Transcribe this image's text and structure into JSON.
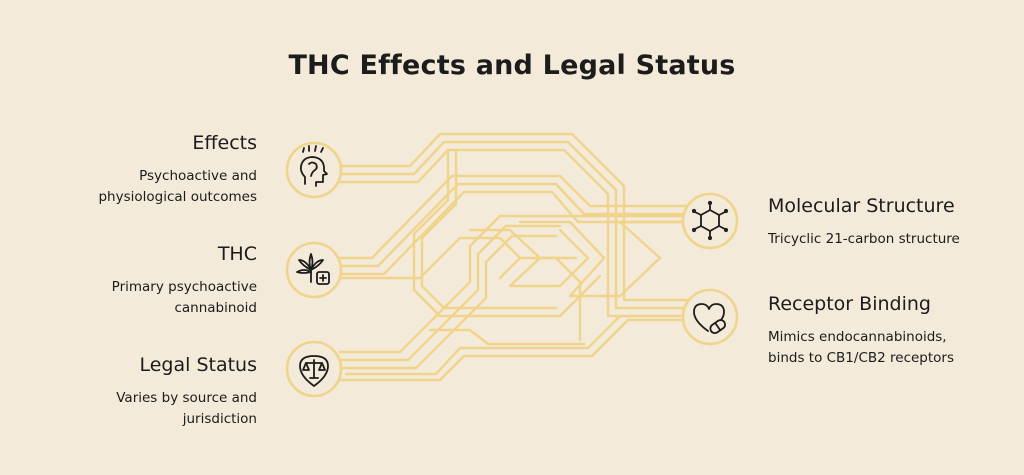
{
  "title": "THC Effects and Legal Status",
  "nodes": {
    "effects": {
      "label": "Effects",
      "description": "Psychoactive and physiological outcomes",
      "desc_lines": [
        "Psychoactive and",
        "physiological outcomes"
      ],
      "icon": "head-brain-icon"
    },
    "thc": {
      "label": "THC",
      "description": "Primary psychoactive cannabinoid",
      "desc_lines": [
        "Primary psychoactive",
        "cannabinoid"
      ],
      "icon": "cannabis-leaf-plus-icon"
    },
    "legal": {
      "label": "Legal Status",
      "description": "Varies by source and jurisdiction",
      "desc_lines": [
        "Varies by source and",
        "jurisdiction"
      ],
      "icon": "law-scales-icon"
    },
    "molecular": {
      "label": "Molecular Structure",
      "description": "Tricyclic 21-carbon structure",
      "desc_lines": [
        "Tricyclic 21-carbon structure"
      ],
      "icon": "molecule-icon"
    },
    "receptor": {
      "label": "Receptor Binding",
      "description": "Mimics endocannabinoids, binds to CB1/CB2 receptors",
      "desc_lines": [
        "Mimics endocannabinoids,",
        "binds to CB1/CB2 receptors"
      ],
      "icon": "heart-pill-icon"
    }
  },
  "colors": {
    "background": "#f3ead9",
    "line": "#f0d48c",
    "node_fill": "#f3ead9",
    "text": "#1c1c1c"
  }
}
